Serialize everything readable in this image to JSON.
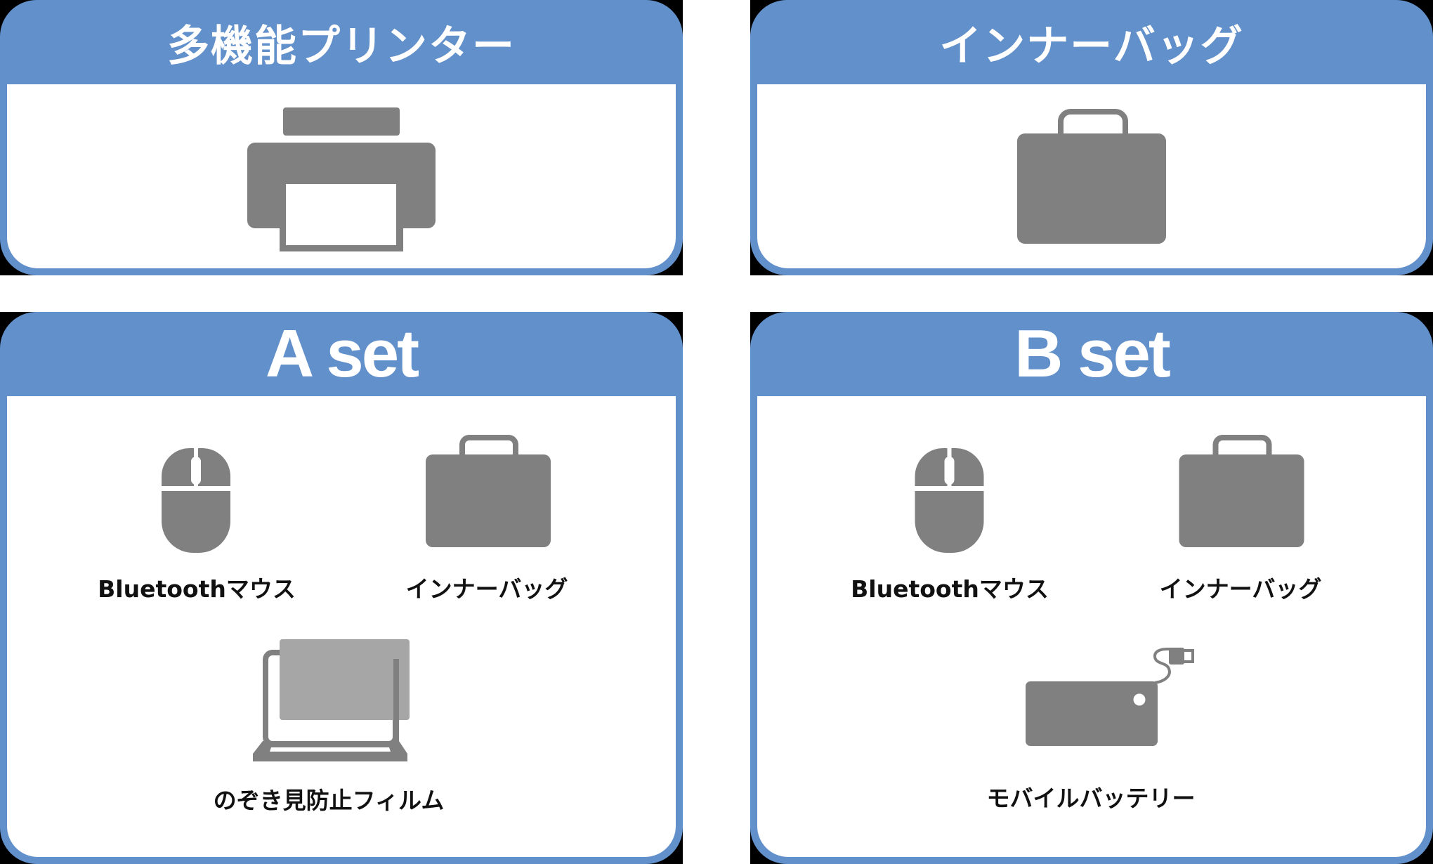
{
  "colors": {
    "panel_blue": "#6190cb",
    "icon_gray": "#808080",
    "film_gray": "#a6a6a6",
    "header_text": "#ffffff",
    "label_text": "#111111"
  },
  "panels": [
    {
      "id": "printer",
      "title": "多機能プリンター",
      "icon": "printer-icon",
      "items": []
    },
    {
      "id": "inner-bag",
      "title": "インナーバッグ",
      "icon": "bag-icon",
      "items": []
    },
    {
      "id": "a-set",
      "title": "A set",
      "items": [
        {
          "label": "Bluetoothマウス",
          "icon": "mouse-icon"
        },
        {
          "label": "インナーバッグ",
          "icon": "bag-icon"
        },
        {
          "label": "のぞき見防止フィルム",
          "icon": "privacy-film-laptop-icon"
        }
      ]
    },
    {
      "id": "b-set",
      "title": "B set",
      "items": [
        {
          "label": "Bluetoothマウス",
          "icon": "mouse-icon"
        },
        {
          "label": "インナーバッグ",
          "icon": "bag-icon"
        },
        {
          "label": "モバイルバッテリー",
          "icon": "mobile-battery-icon"
        }
      ]
    }
  ]
}
